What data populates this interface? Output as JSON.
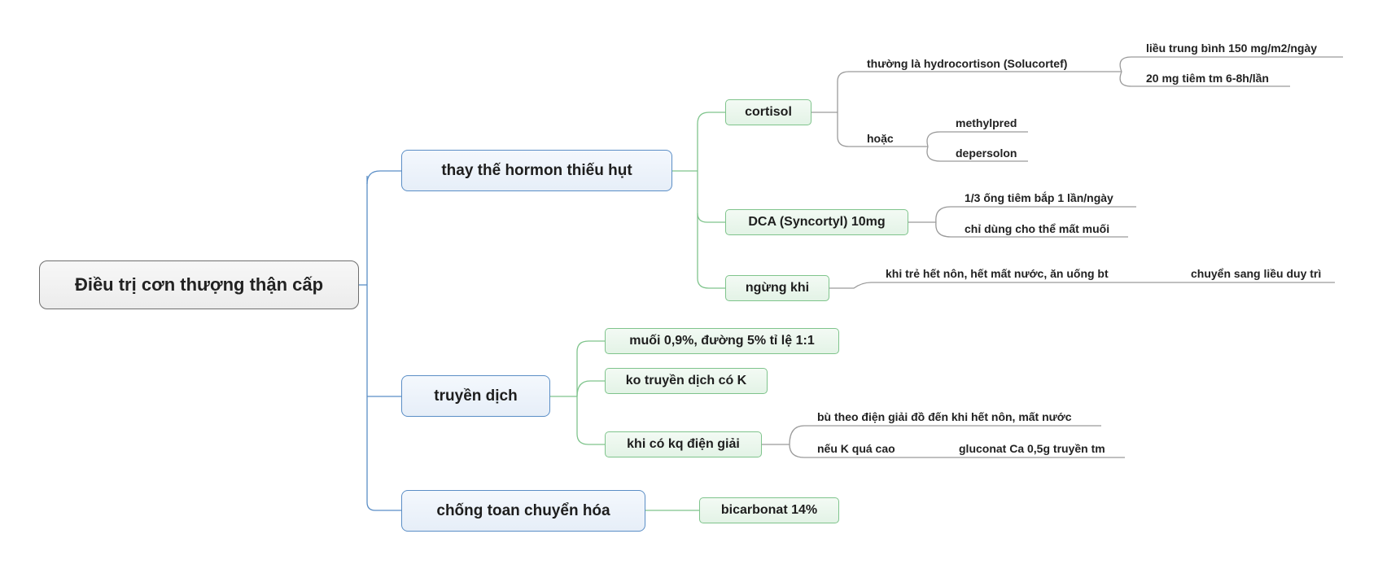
{
  "root": {
    "label": "Điều trị cơn thượng thận cấp"
  },
  "branches": {
    "hormone": {
      "label": "thay thế hormon thiếu hụt",
      "cortisol": {
        "label": "cortisol",
        "hydrocortison": "thường là hydrocortison (Solucortef)",
        "dose_avg": "liều trung bình 150 mg/m2/ngày",
        "dose_iv": "20 mg tiêm tm 6-8h/lần",
        "alternative": "hoặc",
        "methylpred": "methylpred",
        "depersolon": "depersolon"
      },
      "dca": {
        "label": "DCA (Syncortyl) 10mg",
        "im": "1/3 ống tiêm bắp 1 lần/ngày",
        "salt_loss": "chỉ dùng cho thể mất muối"
      },
      "stop": {
        "label": "ngừng khi",
        "condition": "khi trẻ hết nôn, hết mất nước, ăn uống bt",
        "maintenance": "chuyển sang liều duy trì"
      }
    },
    "fluids": {
      "label": "truyền dịch",
      "saline": "muối 0,9%, đường 5% tỉ lệ 1:1",
      "no_k": "ko truyền dịch có K",
      "electrolytes": {
        "label": "khi có kq điện giải",
        "ionogram": "bù theo điện giải đồ đến khi hết nôn, mất nước",
        "high_k": "nếu K quá cao",
        "gluconat": "gluconat Ca 0,5g truyền tm"
      }
    },
    "acidosis": {
      "label": "chống toan chuyển hóa",
      "bicarbonat": "bicarbonat 14%"
    }
  },
  "colors": {
    "main_line": "#5b8ec6",
    "sub_line": "#7fc48c",
    "leaf_line": "#9a9a9a"
  }
}
